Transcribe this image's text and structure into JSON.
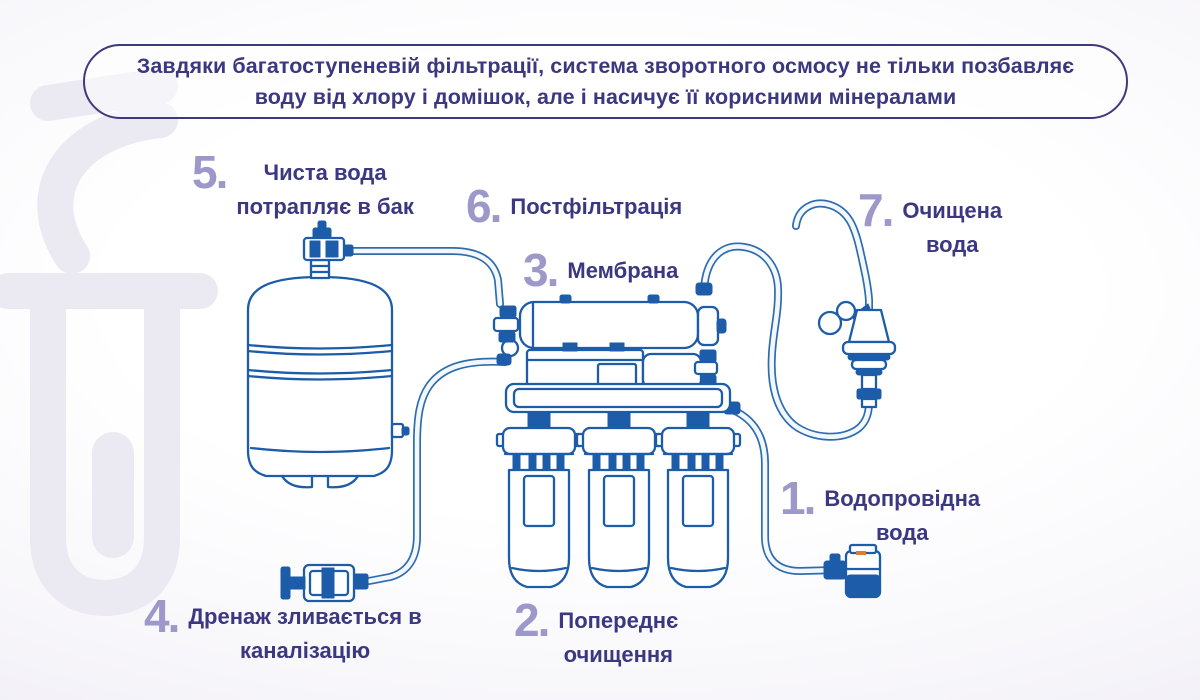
{
  "banner": {
    "line1": "Завдяки багатоступеневій фільтрації, система зворотного осмосу не тільки позбавляє",
    "line2": "воду від хлору і домішок, але і насичує її корисними мінералами"
  },
  "labels": [
    {
      "number": "1.",
      "line1": "Водопровідна",
      "line2": "вода"
    },
    {
      "number": "2.",
      "line1": "Попереднє",
      "line2": "очищення"
    },
    {
      "number": "3.",
      "line1": "Мембрана",
      "line2": ""
    },
    {
      "number": "4.",
      "line1": "Дренаж зливається в",
      "line2": "каналізацію"
    },
    {
      "number": "5.",
      "line1": "Чиста вода",
      "line2": "потрапляє в бак"
    },
    {
      "number": "6.",
      "line1": "Постфільтрація",
      "line2": ""
    },
    {
      "number": "7.",
      "line1": "Очищена",
      "line2": "вода"
    }
  ],
  "colors": {
    "number": "#9c98ca",
    "label_text": "#3b3780",
    "banner_border": "#3d3a7c",
    "diagram_line": "#1d5ca8",
    "tube_outline": "#2e6cb0",
    "background_tint": "#e9e7f3"
  },
  "diagram_parts": {
    "tank": "storage-tank",
    "tank_valve": "tank-ball-valve",
    "membrane": "membrane-housing",
    "filters": "prefilter-cartridges",
    "faucet": "drinking-water-faucet",
    "drain": "drain-saddle-clamp",
    "feed": "feed-water-valve"
  }
}
